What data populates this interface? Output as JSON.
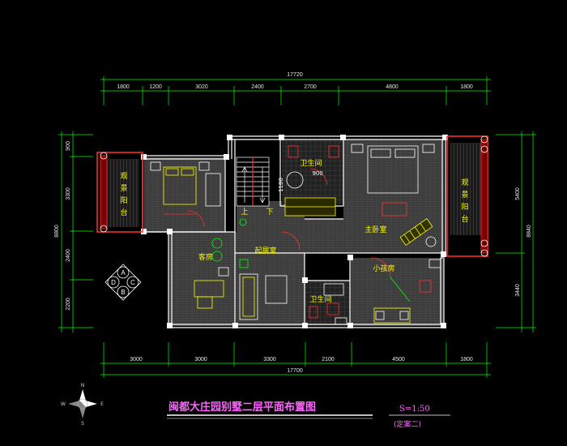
{
  "title": "闽都大庄园别墅二层平面布置图",
  "scale": "S=1:50",
  "scheme": "(定案二)",
  "top_dims": {
    "total": "17720",
    "segments": [
      "1800",
      "1200",
      "3020",
      "2400",
      "2700",
      "4800",
      "1800"
    ]
  },
  "bottom_dims": {
    "total": "17700",
    "segments": [
      "3000",
      "3000",
      "3300",
      "2100",
      "4500",
      "1800"
    ]
  },
  "left_dims": {
    "total": "8800",
    "segments": [
      "900",
      "3300",
      "2400",
      "2200"
    ]
  },
  "right_dims": {
    "total": "8840",
    "segments": [
      "5400",
      "3440"
    ]
  },
  "rooms": {
    "left_balcony": "观景阳台",
    "right_balcony": "观景阳台",
    "bathroom_top": "卫生间",
    "bathroom_bottom": "卫生间",
    "master_bedroom": "主卧室",
    "living": "起居室",
    "guest": "客房",
    "kids": "小孩房",
    "stair_up": "上",
    "stair_down": "下"
  },
  "annotations": {
    "door_900": "900",
    "door_1180": "1180"
  },
  "index_marker": [
    "A",
    "B",
    "C",
    "D"
  ],
  "compass": {
    "north": "N",
    "south": "S",
    "west": "W",
    "east": "E"
  }
}
